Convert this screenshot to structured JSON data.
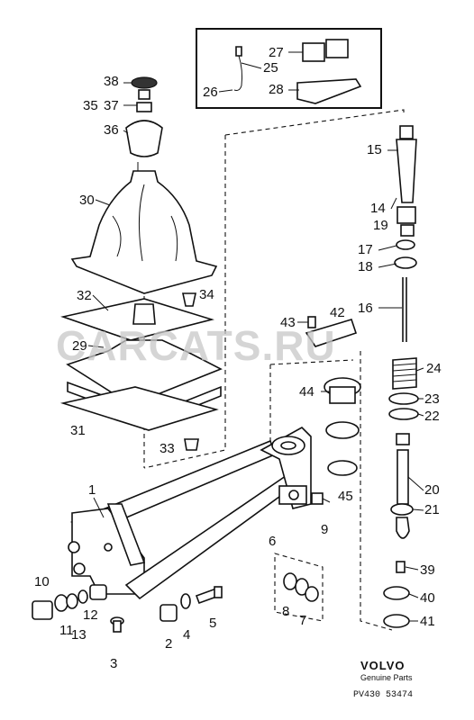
{
  "watermark": "CARCATS.RU",
  "brand": {
    "name": "VOLVO",
    "subtitle": "Genuine Parts",
    "ref": "PV430 53474"
  },
  "callouts": [
    "1",
    "2",
    "3",
    "4",
    "5",
    "6",
    "7",
    "8",
    "9",
    "10",
    "11",
    "12",
    "13",
    "14",
    "15",
    "16",
    "17",
    "18",
    "19",
    "20",
    "21",
    "22",
    "23",
    "24",
    "25",
    "26",
    "27",
    "28",
    "29",
    "30",
    "31",
    "32",
    "33",
    "34",
    "35",
    "36",
    "37",
    "38",
    "39",
    "40",
    "41",
    "42",
    "43",
    "44",
    "45"
  ]
}
